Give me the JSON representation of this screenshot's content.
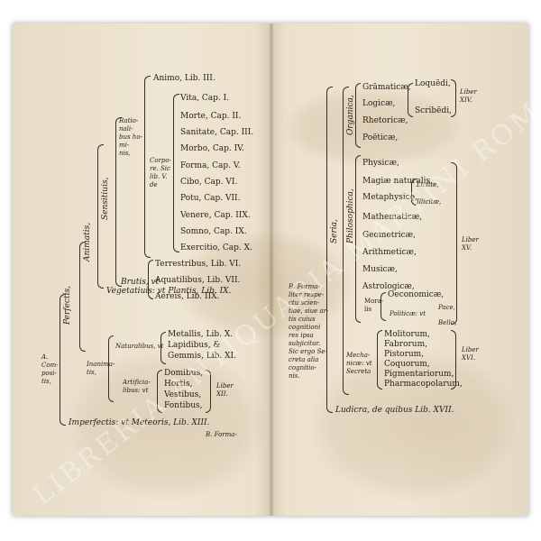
{
  "left": {
    "animo": "Animo, Lib. III.",
    "rationali": "Ratio-\nnali-\nbus ho-\nmi-\nnis,",
    "corpore": "Corpo-\nre. Sic\nlib. V.\nde",
    "corpore_items": [
      "Vita, Cap. I.",
      "Morte, Cap. II.",
      "Sanitate, Cap. III.",
      "Morbo, Cap. IV.",
      "Forma, Cap. V.",
      "Cibo, Cap. VI.",
      "Potu, Cap. VII.",
      "Venere, Cap. IIX.",
      "Somno, Cap. IX.",
      "Exercitio, Cap. X."
    ],
    "sensitiuis": "Sensitiuis,",
    "brutis": "Brutis, vt",
    "brutis_items": [
      "Terrestribus, Lib. VI.",
      "Aquatilibus, Lib. VII.",
      "Aereis, Lib. IIX."
    ],
    "animatis": "Animatis,",
    "vegetatiuis": "Vegetatiuis: vt Plantis, Lib. IX.",
    "perfectis": "Perfectis,",
    "a_compositis": "A.\nCom-\nposi-\ntis,",
    "naturalibus": "Naturalibus, vt",
    "naturalibus_items": [
      "Metallis, Lib. X.",
      "Lapidibus, &",
      "Gemmis, Lib. XI."
    ],
    "inanimatis": "Inanima-\ntis,",
    "artificialibus": "Artificia-\nlibus: vt",
    "artificialibus_items": [
      "Domibus,",
      "Hortis,",
      "Vestibus,",
      "Fontibus,"
    ],
    "liber_xii": "Liber\nXII.",
    "imperfectis": "Imperfectis: vt Meteoris, Lib. XIII.",
    "catchword": "B. Forma-"
  },
  "right": {
    "b_formaliter": "B. Forma-\nliter respe-\nctu scien-\ntiae, siue ar-\ntis cuius\ncognitioni\nres ipsa\nsubjicitur.\nSic ergo Se-\ncreta alia\ncognitio-\nnis.",
    "seria": "Seria,",
    "organica": "Organica,",
    "grammaticae": "Grāmaticæ,",
    "logicae": "Logicæ,",
    "rhetoricae": "Rhetoricæ,",
    "poeticae": "Poëticæ,",
    "loquendi": "Loquēdi,",
    "scribendi": "Scribēdi,",
    "liber_xiv": "Liber\nXIV.",
    "philosophica": "Philosophica,",
    "physicae": "Physicæ,",
    "magiae": "Magiæ naturalis,",
    "metaphysicae": "Metaphysicę,",
    "licitae": "Licitæ,",
    "illicitae": "Illicitæ,",
    "mathematicae": "Mathematicæ,",
    "geometricae": "Geometricæ,",
    "arithmeticae": "Arithmeticæ,",
    "musicae": "Musicæ,",
    "astrologicae": "Astrologicæ,",
    "moralis": "Mora-\nlis",
    "oeconomicae": "Oeconomicæ,",
    "politicae": "Politicæ: vt",
    "pace": "Pace,",
    "bello": "Bello,",
    "liber_xv": "Liber\nXV.",
    "mechanicae": "Mecha-\nnicæ: vt\nSecreta",
    "mech_items": [
      "Molitorum,",
      "Fabrorum,",
      "Pistorum,",
      "Coquorum,",
      "Pigmentariorum,",
      "Pharmacopolarum,"
    ],
    "liber_xvi": "Liber\nXVI.",
    "ludicra": "Ludicra, de quibus Lib. XVII."
  },
  "watermark": "LIBRERIA ANTIQUARIA MARTINI ROMA"
}
